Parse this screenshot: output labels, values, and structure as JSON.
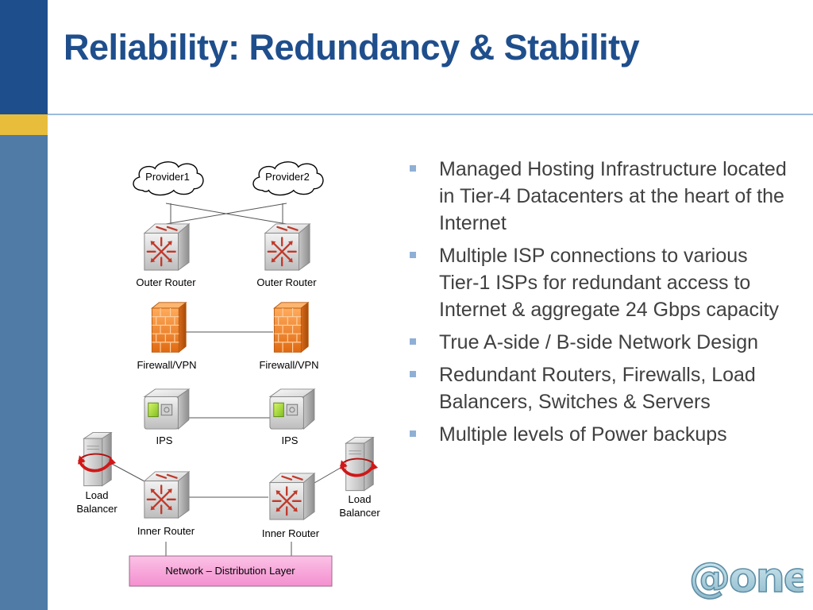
{
  "title": "Reliability:  Redundancy & Stability",
  "bullets": [
    "Managed Hosting Infrastructure located in Tier-4 Datacenters at the heart of the Internet",
    "Multiple ISP connections to various Tier-1 ISPs for redundant access to Internet & aggregate 24 Gbps capacity",
    "True A-side / B-side Network Design",
    "Redundant Routers, Firewalls, Load Balancers,  Switches & Servers",
    "Multiple levels of Power backups"
  ],
  "diagram": {
    "provider1": "Provider1",
    "provider2": "Provider2",
    "outer_router_left": "Outer Router",
    "outer_router_right": "Outer Router",
    "firewall_left": "Firewall/VPN",
    "firewall_right": "Firewall/VPN",
    "ips_left": "IPS",
    "ips_right": "IPS",
    "inner_router_left": "Inner  Router",
    "inner_router_right": "Inner Router",
    "load_balancer_left": [
      "Load",
      "Balancer"
    ],
    "load_balancer_right": [
      "Load",
      "Balancer"
    ],
    "distribution_layer": "Network – Distribution Layer"
  },
  "logo": "@one",
  "colors": {
    "sidebar_dark": "#1f4e8c",
    "sidebar_light": "#4f7ba6",
    "sidebar_gold": "#e8bd3c",
    "title": "#1f4e8c",
    "firewall": "#f08a30",
    "distribution_box": "#f9a8d8",
    "logo": "#8ab6c8"
  }
}
